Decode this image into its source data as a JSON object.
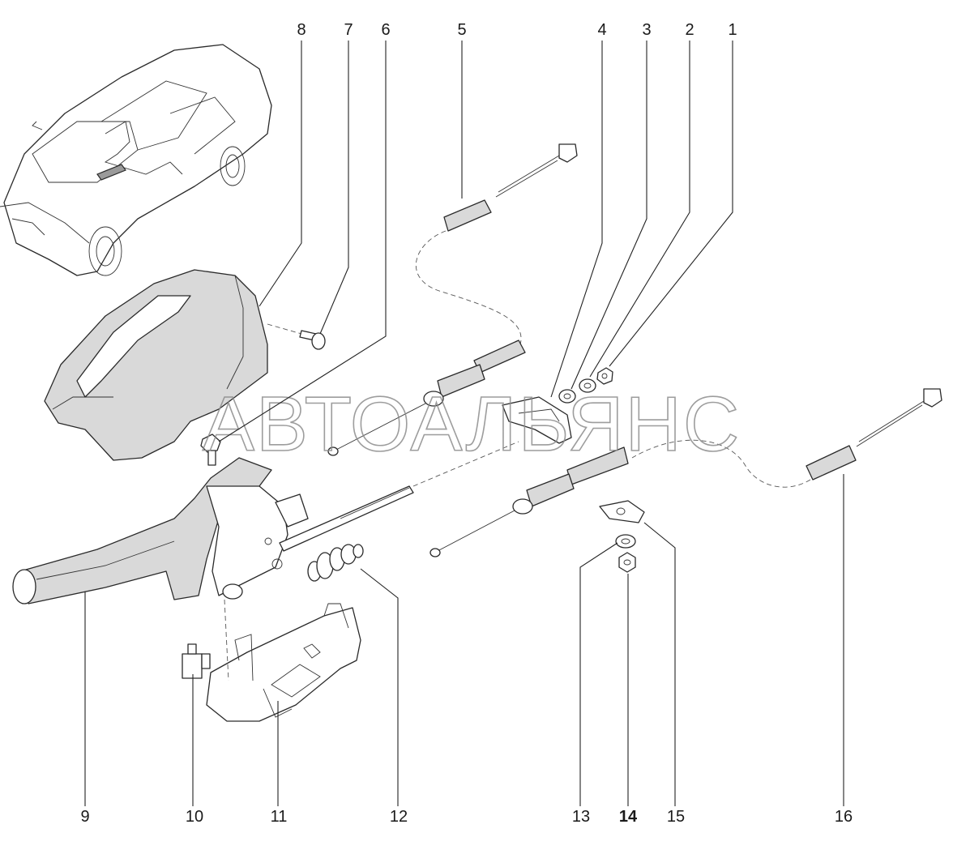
{
  "watermark": "АВТОАЛЬЯНС",
  "callouts": [
    {
      "id": "1",
      "label": "1",
      "bold": false
    },
    {
      "id": "2",
      "label": "2",
      "bold": false
    },
    {
      "id": "3",
      "label": "3",
      "bold": false
    },
    {
      "id": "4",
      "label": "4",
      "bold": false
    },
    {
      "id": "5",
      "label": "5",
      "bold": false
    },
    {
      "id": "6",
      "label": "6",
      "bold": false
    },
    {
      "id": "7",
      "label": "7",
      "bold": false
    },
    {
      "id": "8",
      "label": "8",
      "bold": false
    },
    {
      "id": "9",
      "label": "9",
      "bold": false
    },
    {
      "id": "10",
      "label": "10",
      "bold": false
    },
    {
      "id": "11",
      "label": "11",
      "bold": false
    },
    {
      "id": "12",
      "label": "12",
      "bold": false
    },
    {
      "id": "13",
      "label": "13",
      "bold": false
    },
    {
      "id": "14",
      "label": "14",
      "bold": true
    },
    {
      "id": "15",
      "label": "15",
      "bold": false
    },
    {
      "id": "16",
      "label": "16",
      "bold": false
    }
  ],
  "colors": {
    "line": "#2a2a2a",
    "shade": "#d9d9d9",
    "watermark": "#8c8c8c"
  }
}
